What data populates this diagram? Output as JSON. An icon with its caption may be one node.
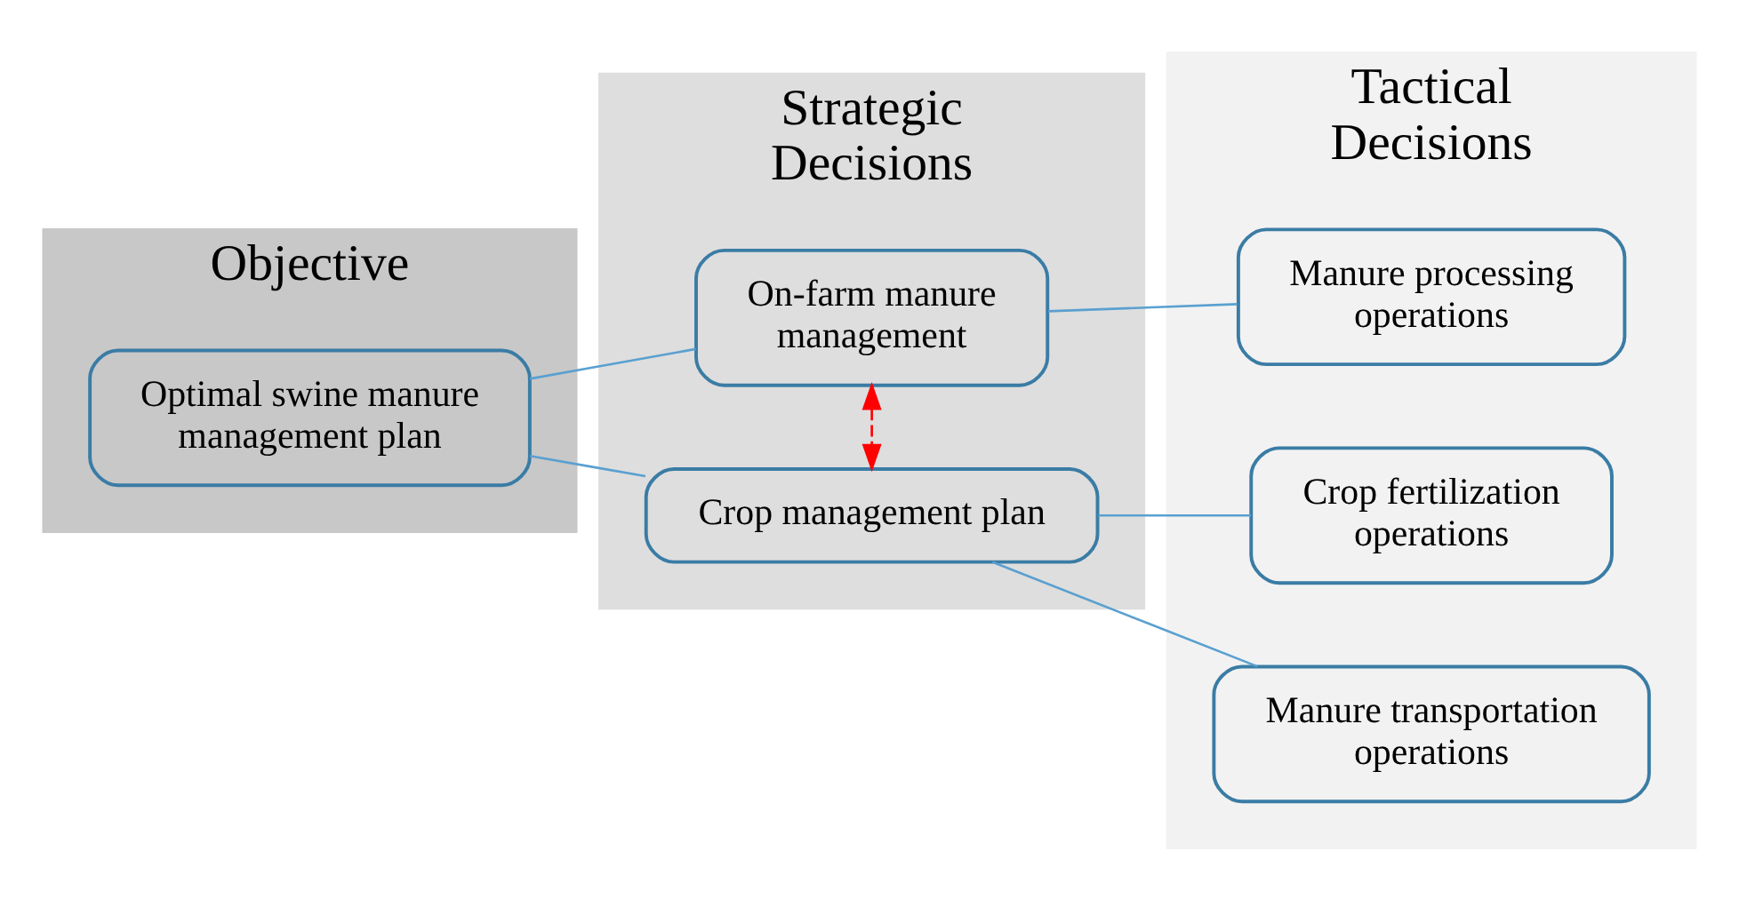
{
  "diagram": {
    "nodes": [
      {
        "text": [
          "Objective"
        ]
      },
      {
        "text": [
          "Strategic Decisions"
        ]
      },
      {
        "text": [
          "Tactical Decisions"
        ]
      },
      {
        "text": [
          "Optimal swine manure management plan"
        ],
        "in": 0
      },
      {
        "text": [
          "On-farm manure management"
        ],
        "in": 1
      },
      {
        "text": [
          "Crop management plan"
        ],
        "in": 1
      },
      {
        "text": [
          "Manure processing operations"
        ],
        "in": 2
      },
      {
        "text": [
          "Crop fertilization operations"
        ],
        "in": 2
      },
      {
        "text": [
          "Manure transportation operations"
        ],
        "in": 2
      }
    ],
    "edges": [
      {
        "from": 3,
        "to": 4,
        "arrow": "none"
      },
      {
        "from": 3,
        "to": 5,
        "arrow": "none"
      },
      {
        "from": 4,
        "to": 6,
        "arrow": "none"
      },
      {
        "from": 5,
        "to": 7,
        "arrow": "none"
      },
      {
        "from": 5,
        "to": 8,
        "arrow": "none"
      },
      {
        "from": 4,
        "to": 5,
        "arrow": "both",
        "style": "dashed",
        "color": "#ff0000"
      }
    ]
  }
}
